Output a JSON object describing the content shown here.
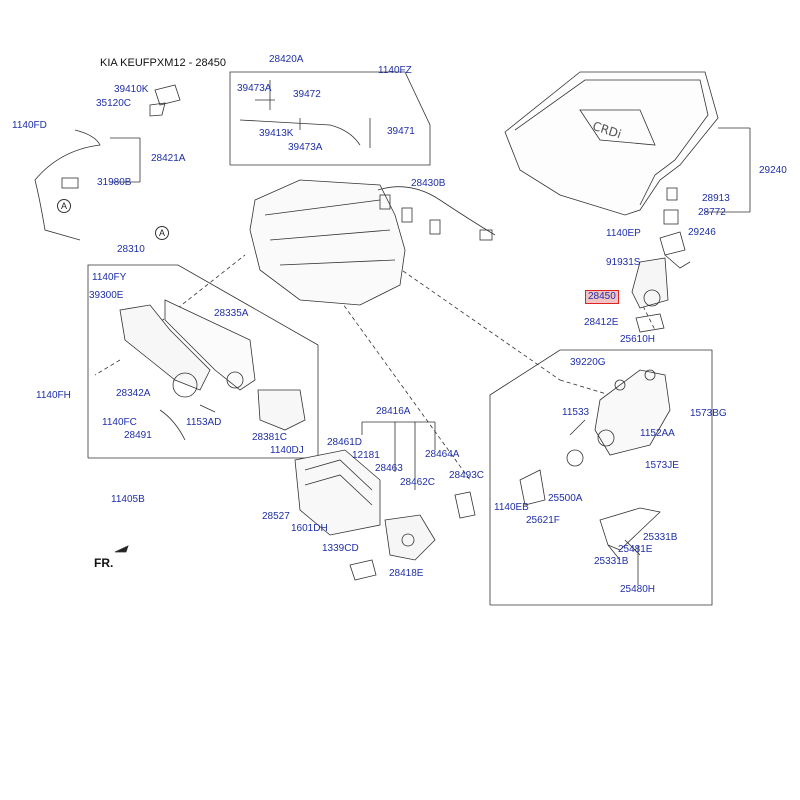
{
  "header": "KIA KEUFPXM12 - 28450",
  "fr": "FR.",
  "circle_ref": "A",
  "highlight": "28450",
  "labels": {
    "l28420A": "28420A",
    "l1140FZ": "1140FZ",
    "l39410K": "39410K",
    "l35120C": "35120C",
    "l1140FD": "1140FD",
    "l28421A": "28421A",
    "l31980B": "31980B",
    "l39473A": "39473A",
    "l39472": "39472",
    "l39413K": "39413K",
    "l39473A_2": "39473A",
    "l39471": "39471",
    "l28430B": "28430B",
    "l29240": "29240",
    "l28913": "28913",
    "l28772": "28772",
    "l1140EP": "1140EP",
    "l29246": "29246",
    "l91931S": "91931S",
    "l28412E": "28412E",
    "l25610H": "25610H",
    "l39220G": "39220G",
    "l11533": "11533",
    "l1573BG": "1573BG",
    "l1152AA": "1152AA",
    "l1573JE": "1573JE",
    "l25500A": "25500A",
    "l1140EB": "1140EB",
    "l25621F": "25621F",
    "l25331B": "25331B",
    "l25481E": "25481E",
    "l25331B_2": "25331B",
    "l25480H": "25480H",
    "l28310": "28310",
    "l1140FY": "1140FY",
    "l39300E": "39300E",
    "l28335A": "28335A",
    "l1140FH": "1140FH",
    "l28342A": "28342A",
    "l1140FC": "1140FC",
    "l1153AD": "1153AD",
    "l28491": "28491",
    "l28381C": "28381C",
    "l1140DJ": "1140DJ",
    "l11405B": "11405B",
    "l28416A": "28416A",
    "l28461D": "28461D",
    "l12181": "12181",
    "l28463": "28463",
    "l28464A": "28464A",
    "l28493C": "28493C",
    "l28462C": "28462C",
    "l28527": "28527",
    "l1601DH": "1601DH",
    "l1339CD": "1339CD",
    "l28418E": "28418E"
  }
}
